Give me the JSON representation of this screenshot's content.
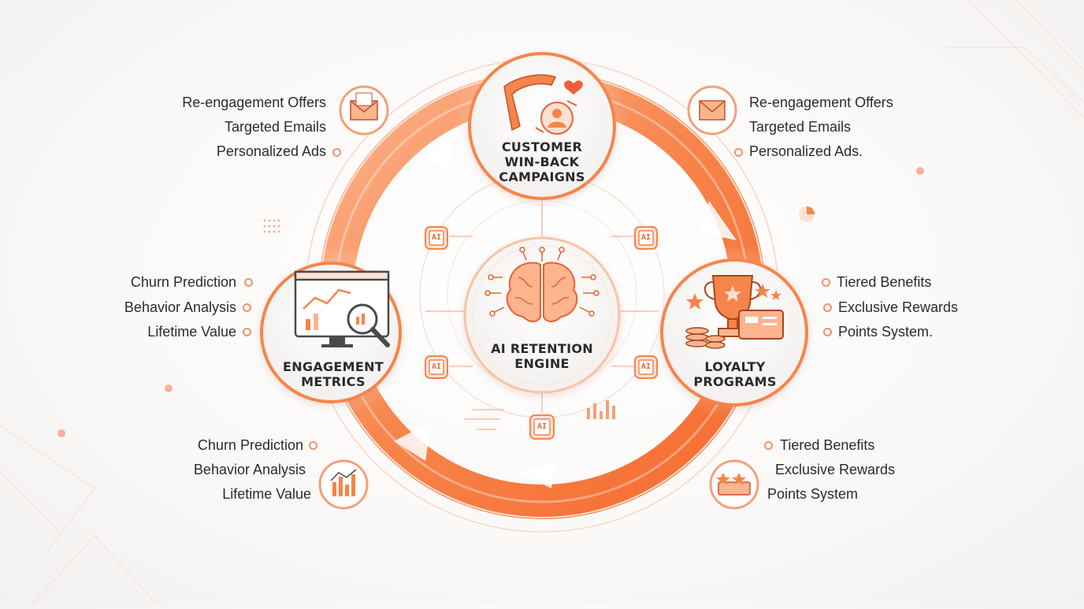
{
  "colors": {
    "accent": "#f7844a",
    "accent_light": "#fbb48e",
    "accent_dark": "#e8622f",
    "text": "#2a2a2a"
  },
  "center": {
    "label_line1": "AI RETENTION",
    "label_line2": "ENGINE",
    "icon": "brain-circuit-icon"
  },
  "nodes": {
    "top": {
      "line1": "CUSTOMER",
      "line2": "WIN-BACK",
      "line3": "CAMPAIGNS",
      "icon": "boomerang-heart-icon"
    },
    "left": {
      "line1": "ENGAGEMENT",
      "line2": "METRICS",
      "icon": "analytics-monitor-icon"
    },
    "right": {
      "line1": "LOYALTY",
      "line2": "PROGRAMS",
      "icon": "trophy-card-icon"
    }
  },
  "chip_text": "AI",
  "annotations": {
    "top_left": [
      "Re-engagement Offers",
      "Targeted Emails",
      "Personalized Ads"
    ],
    "top_right": [
      "Re-engagement Offers",
      "Targeted Emails",
      "Personalized Ads."
    ],
    "mid_left": [
      "Churn Prediction",
      "Behavior Analysis",
      "Lifetime Value"
    ],
    "mid_right": [
      "Tiered Benefits",
      "Exclusive Rewards",
      "Points System."
    ],
    "bottom_left": [
      "Churn Prediction",
      "Behavior Analysis",
      "Lifetime Value"
    ],
    "bottom_right": [
      "Tiered Benefits",
      "Exclusive Rewards",
      "Points System"
    ]
  },
  "small_icons": {
    "top_left": "email-icon",
    "top_right": "email-icon",
    "bottom_left": "bar-chart-icon",
    "bottom_right": "rewards-icon"
  }
}
